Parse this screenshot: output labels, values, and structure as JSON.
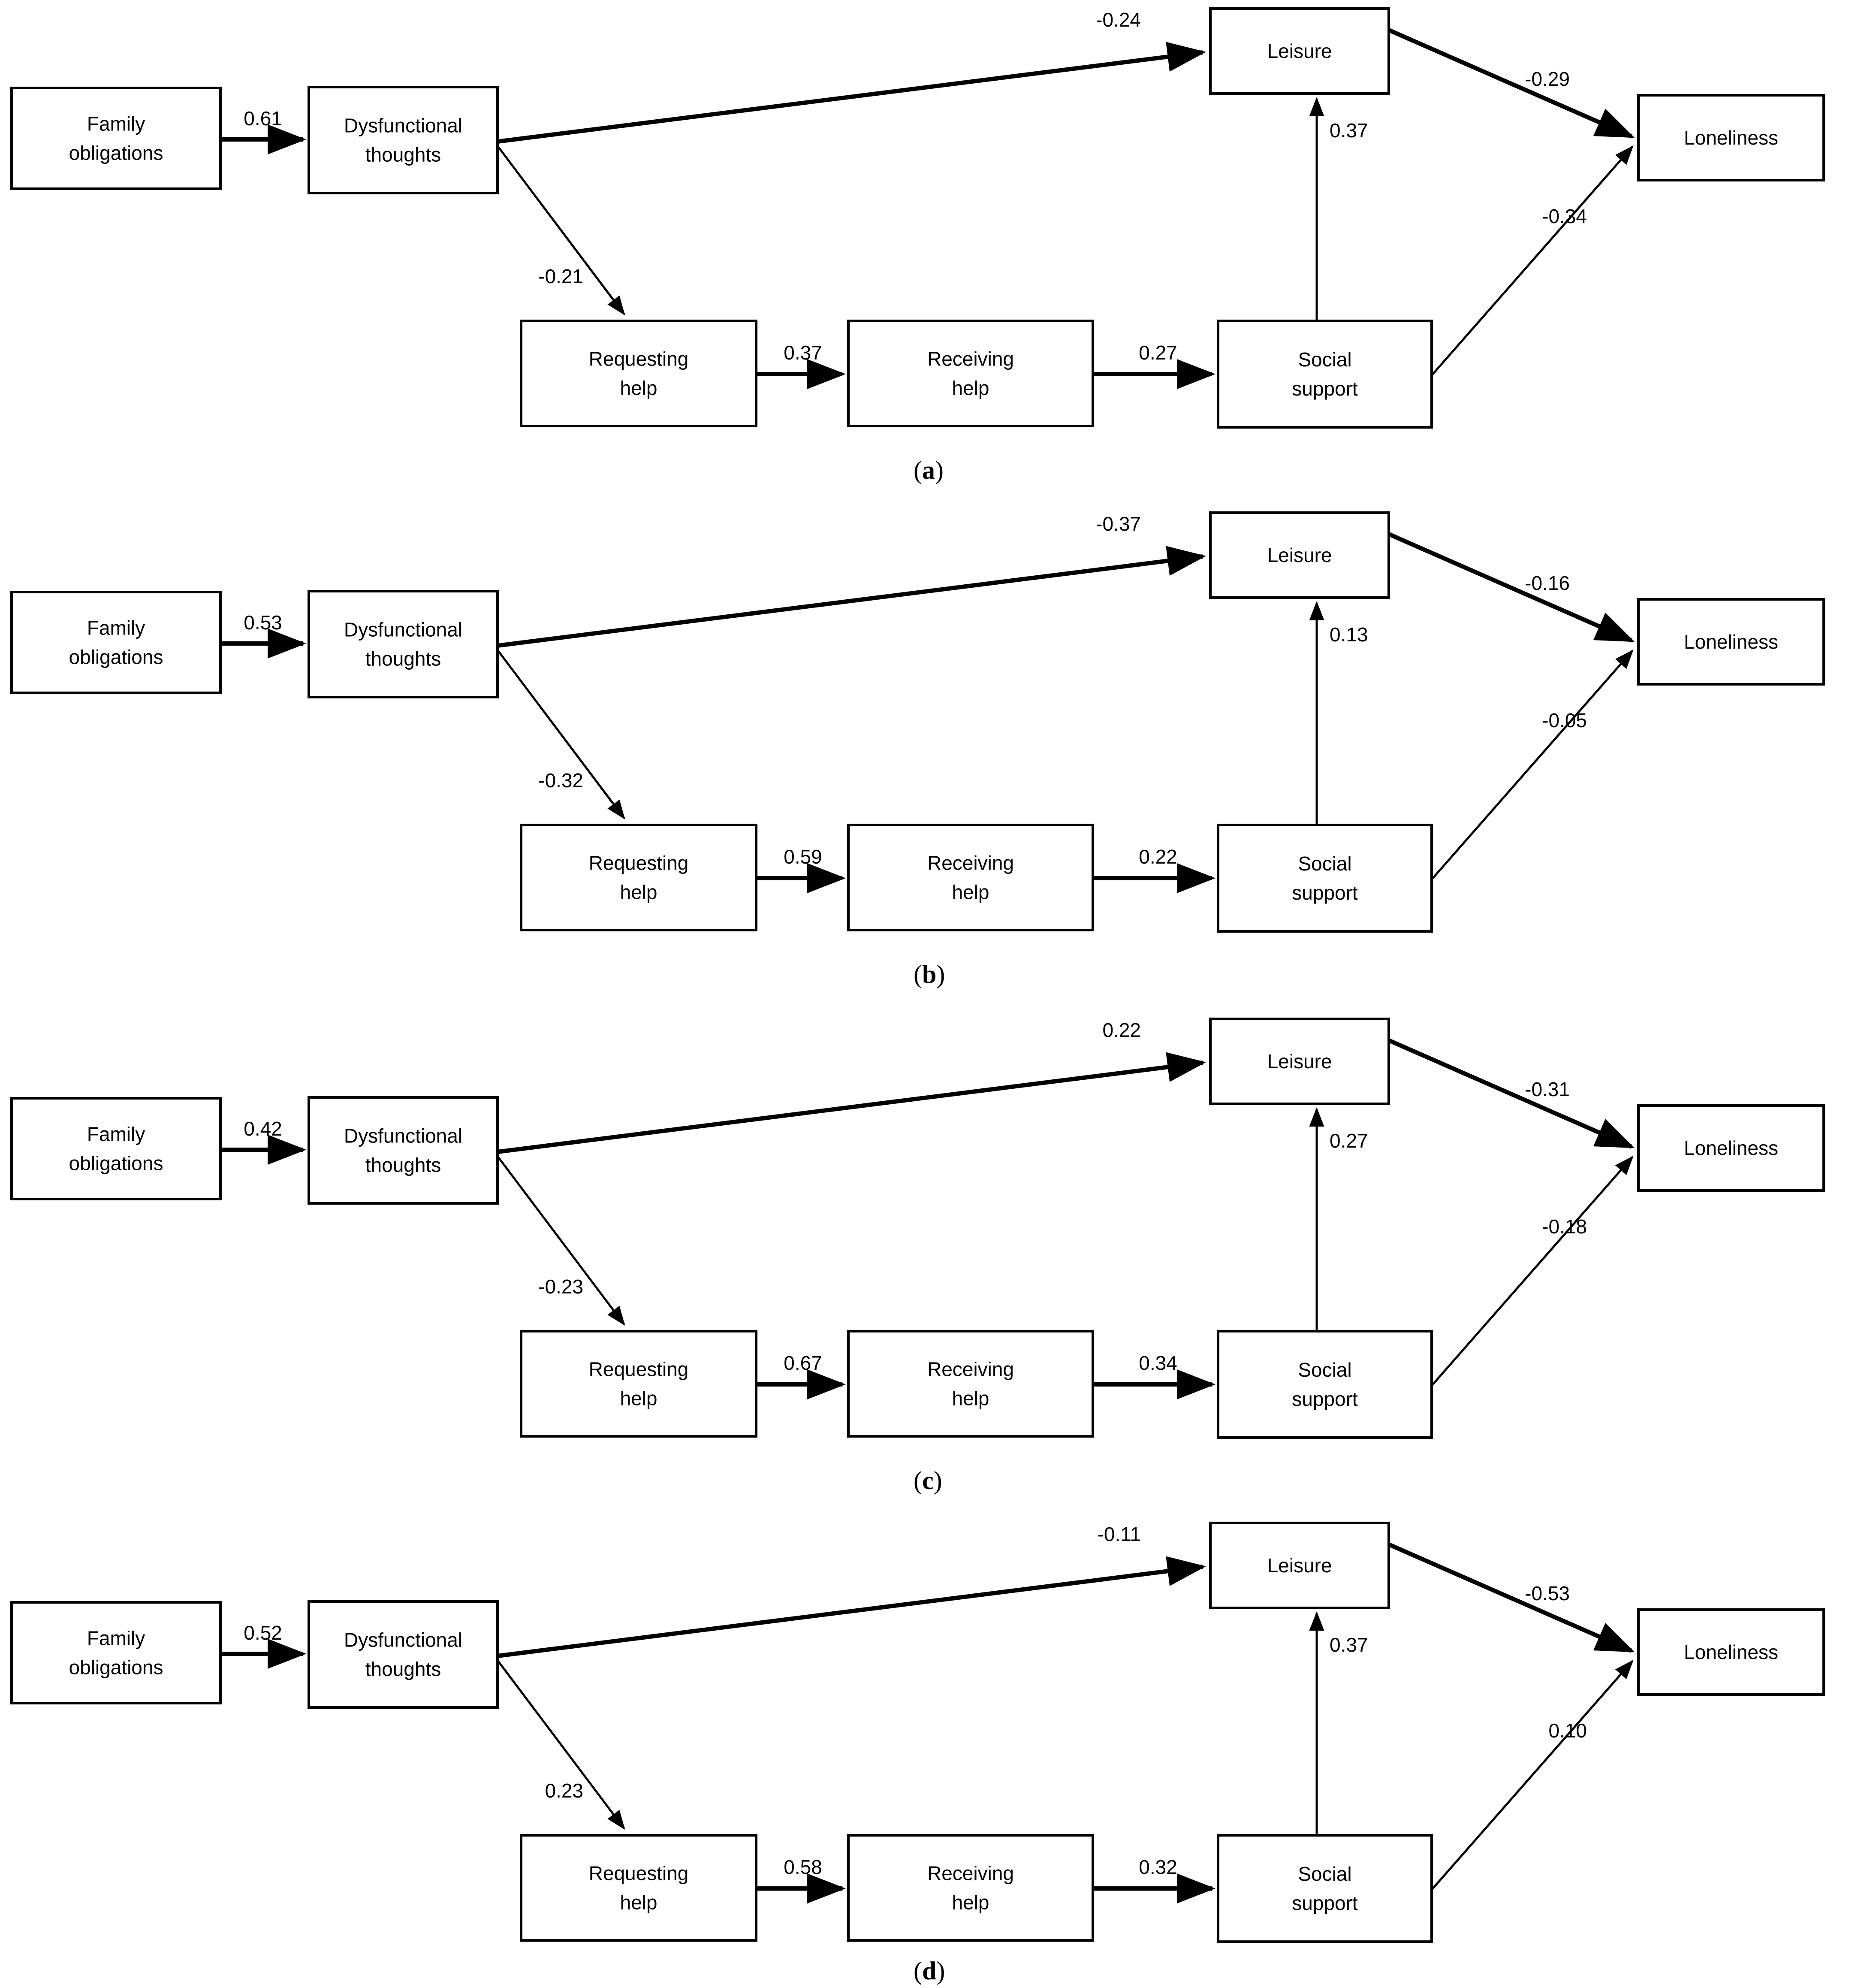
{
  "figure": {
    "type": "path-diagram-multipanel",
    "panel_count": 4,
    "node_labels": {
      "family": "Family\nobligations",
      "family_line1": "Family",
      "family_line2": "obligations",
      "dysfunctional_line1": "Dysfunctional",
      "dysfunctional_line2": "thoughts",
      "requesting_line1": "Requesting",
      "requesting_line2": "help",
      "receiving_line1": "Receiving",
      "receiving_line2": "help",
      "social_line1": "Social",
      "social_line2": "support",
      "leisure": "Leisure",
      "loneliness": "Loneliness"
    },
    "panels": [
      {
        "id": "a",
        "caption": "(a)",
        "caption_letter": "a",
        "edges": {
          "family_to_dysfunctional": "0.61",
          "dysfunctional_to_leisure": "-0.24",
          "dysfunctional_to_requesting": "-0.21",
          "requesting_to_receiving": "0.37",
          "receiving_to_social": "0.27",
          "social_to_leisure": "0.37",
          "leisure_to_loneliness": "-0.29",
          "social_to_loneliness": "-0.34"
        }
      },
      {
        "id": "b",
        "caption": "(b)",
        "caption_letter": "b",
        "edges": {
          "family_to_dysfunctional": "0.53",
          "dysfunctional_to_leisure": "-0.37",
          "dysfunctional_to_requesting": "-0.32",
          "requesting_to_receiving": "0.59",
          "receiving_to_social": "0.22",
          "social_to_leisure": "0.13",
          "leisure_to_loneliness": "-0.16",
          "social_to_loneliness": "-0.05"
        }
      },
      {
        "id": "c",
        "caption": "(c)",
        "caption_letter": "c",
        "edges": {
          "family_to_dysfunctional": "0.42",
          "dysfunctional_to_leisure": "0.22",
          "dysfunctional_to_requesting": "-0.23",
          "requesting_to_receiving": "0.67",
          "receiving_to_social": "0.34",
          "social_to_leisure": "0.27",
          "leisure_to_loneliness": "-0.31",
          "social_to_loneliness": "-0.18"
        }
      },
      {
        "id": "d",
        "caption": "(d)",
        "caption_letter": "d",
        "edges": {
          "family_to_dysfunctional": "0.52",
          "dysfunctional_to_leisure": "-0.11",
          "dysfunctional_to_requesting": "0.23",
          "requesting_to_receiving": "0.58",
          "receiving_to_social": "0.32",
          "social_to_leisure": "0.37",
          "leisure_to_loneliness": "-0.53",
          "social_to_loneliness": "0.10"
        }
      }
    ],
    "colors": {
      "stroke": "#000000",
      "fill": "#ffffff",
      "background": "#ffffff"
    }
  },
  "chart_data": {
    "type": "diagram",
    "title": "",
    "nodes": [
      "Family obligations",
      "Dysfunctional thoughts",
      "Requesting help",
      "Receiving help",
      "Social support",
      "Leisure",
      "Loneliness"
    ],
    "panels": [
      {
        "label": "(a)",
        "paths": [
          {
            "from": "Family obligations",
            "to": "Dysfunctional thoughts",
            "coefficient": 0.61
          },
          {
            "from": "Dysfunctional thoughts",
            "to": "Leisure",
            "coefficient": -0.24
          },
          {
            "from": "Dysfunctional thoughts",
            "to": "Requesting help",
            "coefficient": -0.21
          },
          {
            "from": "Requesting help",
            "to": "Receiving help",
            "coefficient": 0.37
          },
          {
            "from": "Receiving help",
            "to": "Social support",
            "coefficient": 0.27
          },
          {
            "from": "Social support",
            "to": "Leisure",
            "coefficient": 0.37
          },
          {
            "from": "Leisure",
            "to": "Loneliness",
            "coefficient": -0.29
          },
          {
            "from": "Social support",
            "to": "Loneliness",
            "coefficient": -0.34
          }
        ]
      },
      {
        "label": "(b)",
        "paths": [
          {
            "from": "Family obligations",
            "to": "Dysfunctional thoughts",
            "coefficient": 0.53
          },
          {
            "from": "Dysfunctional thoughts",
            "to": "Leisure",
            "coefficient": -0.37
          },
          {
            "from": "Dysfunctional thoughts",
            "to": "Requesting help",
            "coefficient": -0.32
          },
          {
            "from": "Requesting help",
            "to": "Receiving help",
            "coefficient": 0.59
          },
          {
            "from": "Receiving help",
            "to": "Social support",
            "coefficient": 0.22
          },
          {
            "from": "Social support",
            "to": "Leisure",
            "coefficient": 0.13
          },
          {
            "from": "Leisure",
            "to": "Loneliness",
            "coefficient": -0.16
          },
          {
            "from": "Social support",
            "to": "Loneliness",
            "coefficient": -0.05
          }
        ]
      },
      {
        "label": "(c)",
        "paths": [
          {
            "from": "Family obligations",
            "to": "Dysfunctional thoughts",
            "coefficient": 0.42
          },
          {
            "from": "Dysfunctional thoughts",
            "to": "Leisure",
            "coefficient": 0.22
          },
          {
            "from": "Dysfunctional thoughts",
            "to": "Requesting help",
            "coefficient": -0.23
          },
          {
            "from": "Requesting help",
            "to": "Receiving help",
            "coefficient": 0.67
          },
          {
            "from": "Receiving help",
            "to": "Social support",
            "coefficient": 0.34
          },
          {
            "from": "Social support",
            "to": "Leisure",
            "coefficient": 0.27
          },
          {
            "from": "Leisure",
            "to": "Loneliness",
            "coefficient": -0.31
          },
          {
            "from": "Social support",
            "to": "Loneliness",
            "coefficient": -0.18
          }
        ]
      },
      {
        "label": "(d)",
        "paths": [
          {
            "from": "Family obligations",
            "to": "Dysfunctional thoughts",
            "coefficient": 0.52
          },
          {
            "from": "Dysfunctional thoughts",
            "to": "Leisure",
            "coefficient": -0.11
          },
          {
            "from": "Dysfunctional thoughts",
            "to": "Requesting help",
            "coefficient": 0.23
          },
          {
            "from": "Requesting help",
            "to": "Receiving help",
            "coefficient": 0.58
          },
          {
            "from": "Receiving help",
            "to": "Social support",
            "coefficient": 0.32
          },
          {
            "from": "Social support",
            "to": "Leisure",
            "coefficient": 0.37
          },
          {
            "from": "Leisure",
            "to": "Loneliness",
            "coefficient": -0.53
          },
          {
            "from": "Social support",
            "to": "Loneliness",
            "coefficient": 0.1
          }
        ]
      }
    ]
  }
}
